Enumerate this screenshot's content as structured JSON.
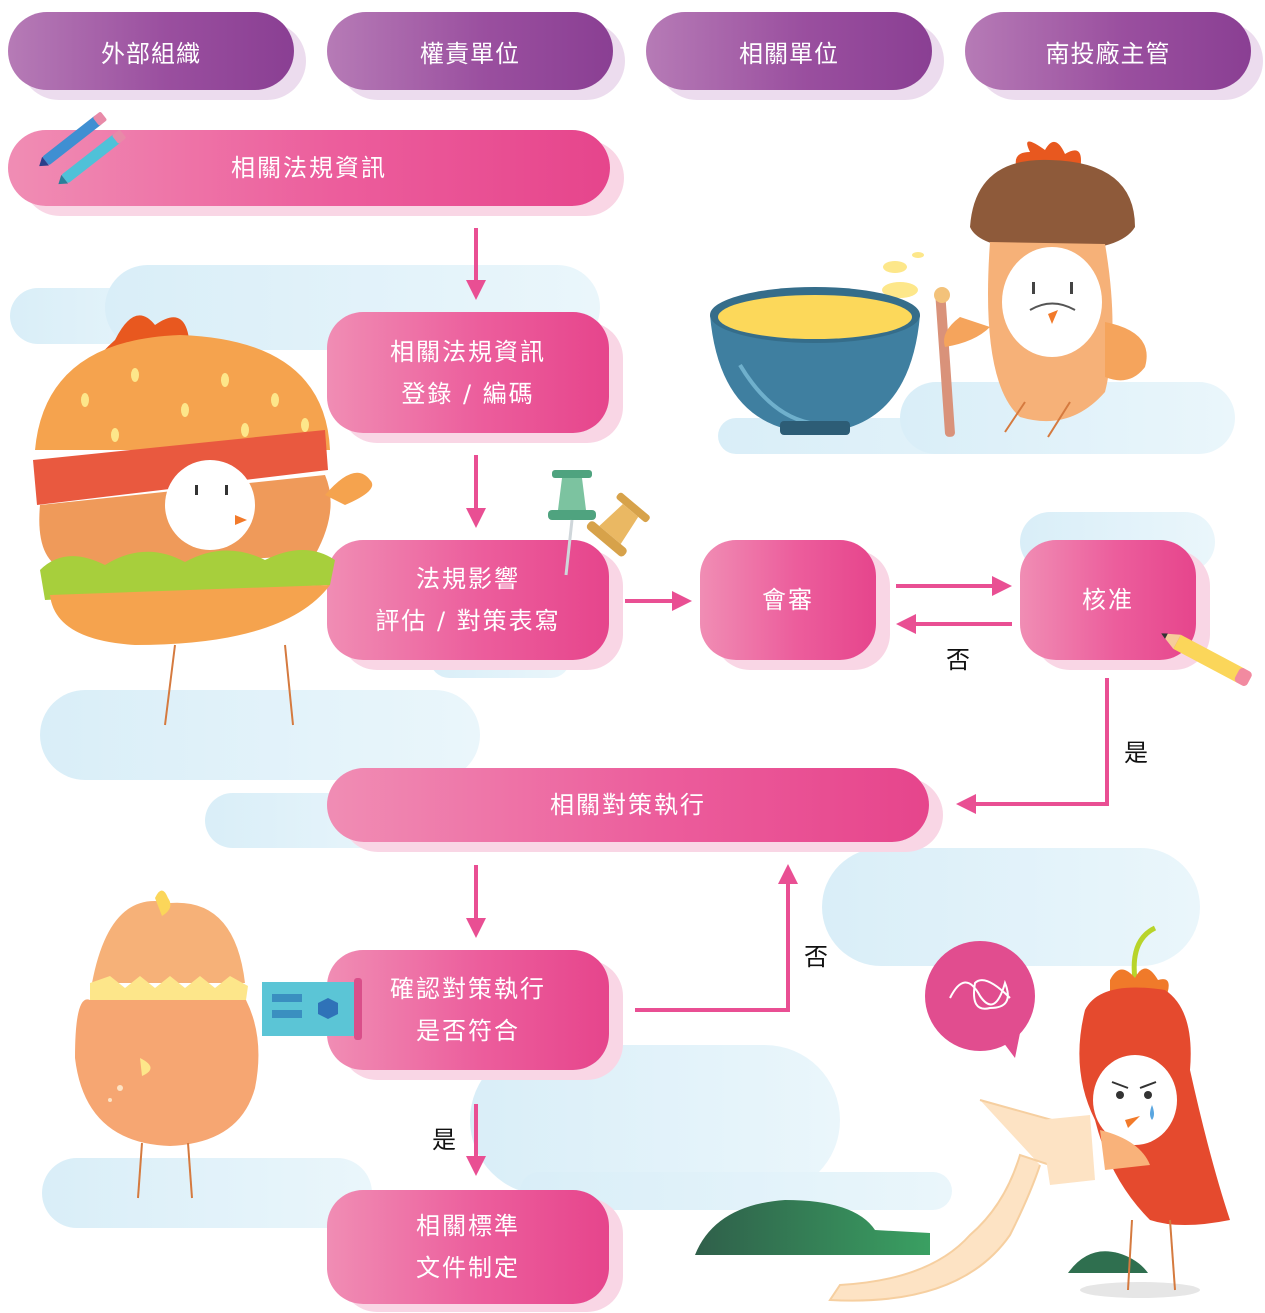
{
  "lanes": [
    "外部組織",
    "權責單位",
    "相關單位",
    "南投廠主管"
  ],
  "nodes": {
    "regulation_info": "相關法規資訊",
    "register_line1": "相關法規資訊",
    "register_line2": "登錄 / 編碼",
    "impact_line1": "法規影響",
    "impact_line2": "評估 / 對策表寫",
    "review": "會審",
    "approve": "核准",
    "execute": "相關對策執行",
    "confirm_line1": "確認對策執行",
    "confirm_line2": "是否符合",
    "standard_line1": "相關標準",
    "standard_line2": "文件制定"
  },
  "edge_labels": {
    "approve_no": "否",
    "approve_yes": "是",
    "confirm_no": "否",
    "confirm_yes": "是"
  },
  "colors": {
    "lane_gradient": [
      "#b67bb6",
      "#8a3f93"
    ],
    "node_gradient": [
      "#f08db4",
      "#e6458c"
    ],
    "arrow": "#e94f93",
    "cloud": "#d9eef8"
  },
  "decorations": [
    "pencils-icon",
    "pushpins-icon",
    "pencil-icon",
    "burger-chick-character",
    "mushroom-old-man-character",
    "soup-bowl-icon",
    "egg-chick-character",
    "id-card-icon",
    "chili-bird-character",
    "speech-bubble-scribble-icon",
    "scroll-paper-icon",
    "green-hill-icon"
  ]
}
